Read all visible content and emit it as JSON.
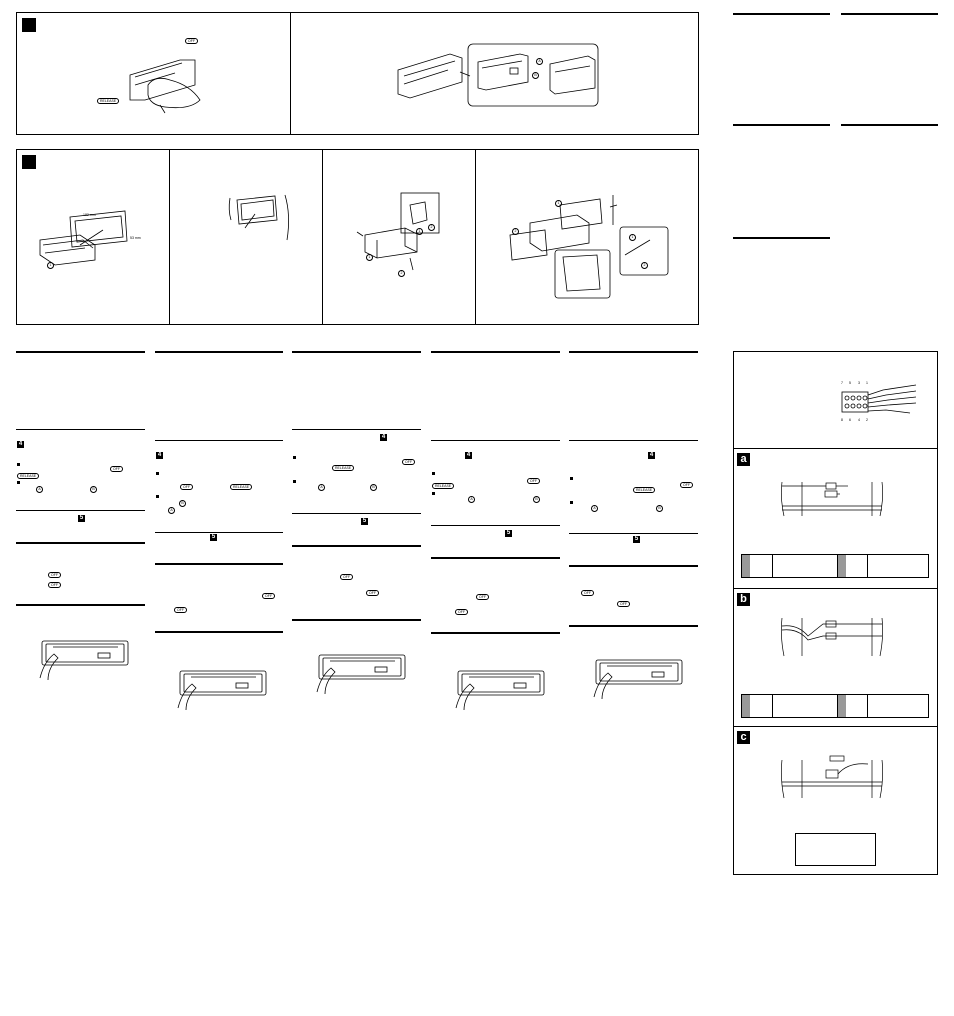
{
  "labels": {
    "off": "OFF",
    "release": "RELEASE",
    "dim_width": "182 mm",
    "dim_height": "53 mm",
    "step4": "4",
    "step5": "5"
  },
  "callouts": {
    "one": "1",
    "two": "2",
    "a": "A",
    "b": "B"
  },
  "connector_pins": {
    "top": [
      "7",
      "5",
      "3",
      "1"
    ],
    "bottom": [
      "8",
      "6",
      "4",
      "2"
    ]
  },
  "wiring_sections": [
    "a",
    "b",
    "c"
  ]
}
